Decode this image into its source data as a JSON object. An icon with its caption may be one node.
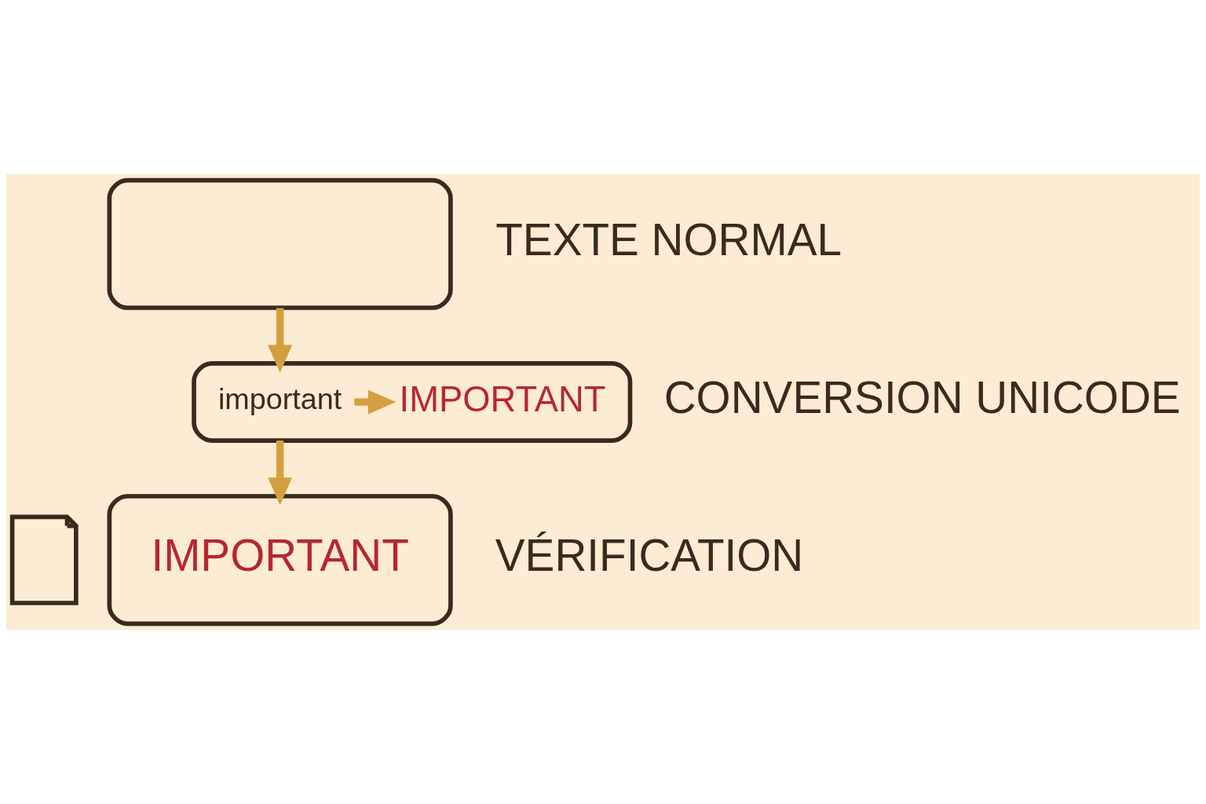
{
  "diagram": {
    "nodes": [
      {
        "text": [],
        "shape": "box",
        "beside": [
          "TEXTE NORMAL"
        ]
      },
      {
        "text": [],
        "shape": "box",
        "beside": [
          "CONVERSION UNICODE"
        ]
      },
      {
        "text": [
          "important"
        ],
        "in": 1
      },
      {
        "text": [
          "IMPORTANT"
        ],
        "in": 1
      },
      {
        "text": [
          "IMPORTANT"
        ],
        "beside": [
          "VÉRIFICATION"
        ]
      },
      {
        "text": [],
        "shape": "picture"
      }
    ],
    "edges": [
      {
        "from": 0,
        "to": 1,
        "arrow": "to"
      },
      {
        "from": 2,
        "to": 3,
        "arrow": "to"
      },
      {
        "from": 1,
        "to": 4,
        "arrow": "to"
      }
    ]
  }
}
